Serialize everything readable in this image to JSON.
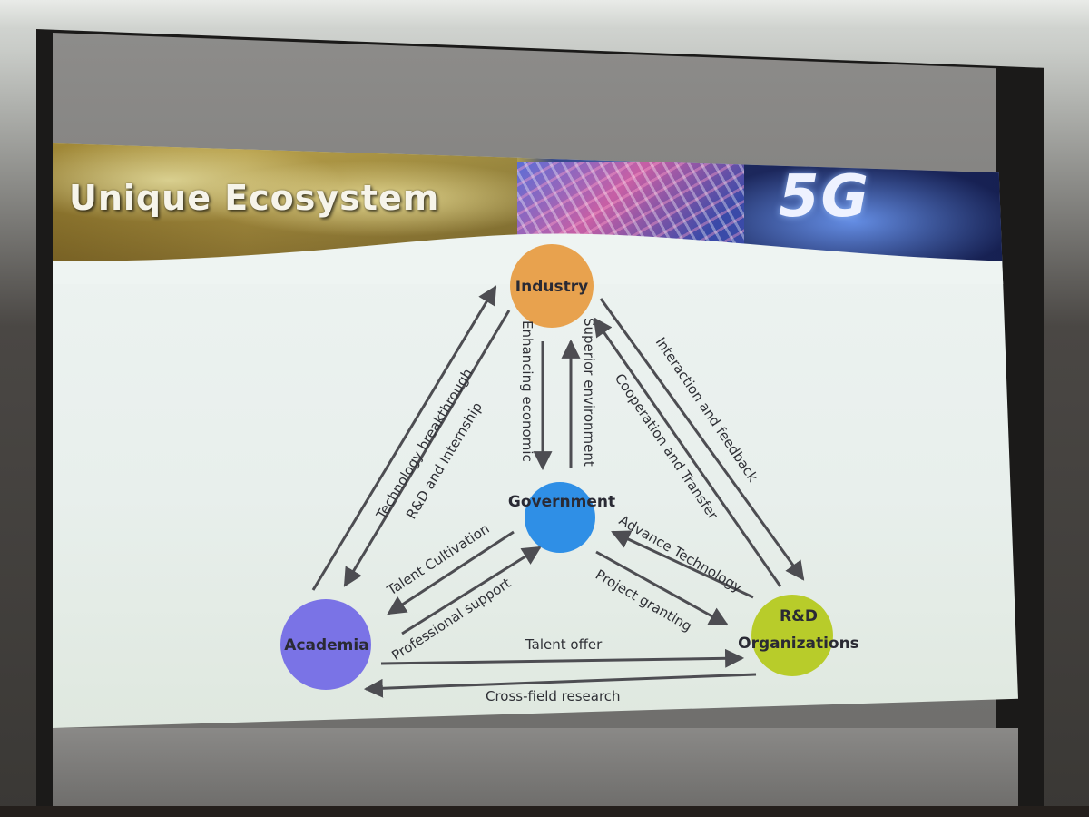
{
  "slide": {
    "title": "Unique Ecosystem",
    "banner_logo": "5G"
  },
  "nodes": {
    "industry": {
      "label": "Industry",
      "color": "#e8a24e"
    },
    "government": {
      "label": "Government",
      "color": "#2f8fe6"
    },
    "academia": {
      "label": "Academia",
      "color": "#7a73e6"
    },
    "rd": {
      "label_line1": "R&D",
      "label_line2": "Organizations",
      "color": "#b8cc2a"
    }
  },
  "edges": {
    "technology_breakthrough": "Technology breakthrough",
    "rd_internship": "R&D and Internship",
    "enhancing_economic": "Enhancing economic",
    "superior_environment": "Superior environment",
    "interaction_feedback": "Interaction and feedback",
    "cooperation_transfer": "Cooperation and Transfer",
    "talent_cultivation": "Talent Cultivation",
    "professional_support": "Professional support",
    "advance_technology": "Advance Technology",
    "project_granting": "Project granting",
    "talent_offer": "Talent offer",
    "cross_field_research": "Cross-field research"
  },
  "colors": {
    "arrow": "#4d4d52",
    "slide_background": "#eef4f2"
  }
}
